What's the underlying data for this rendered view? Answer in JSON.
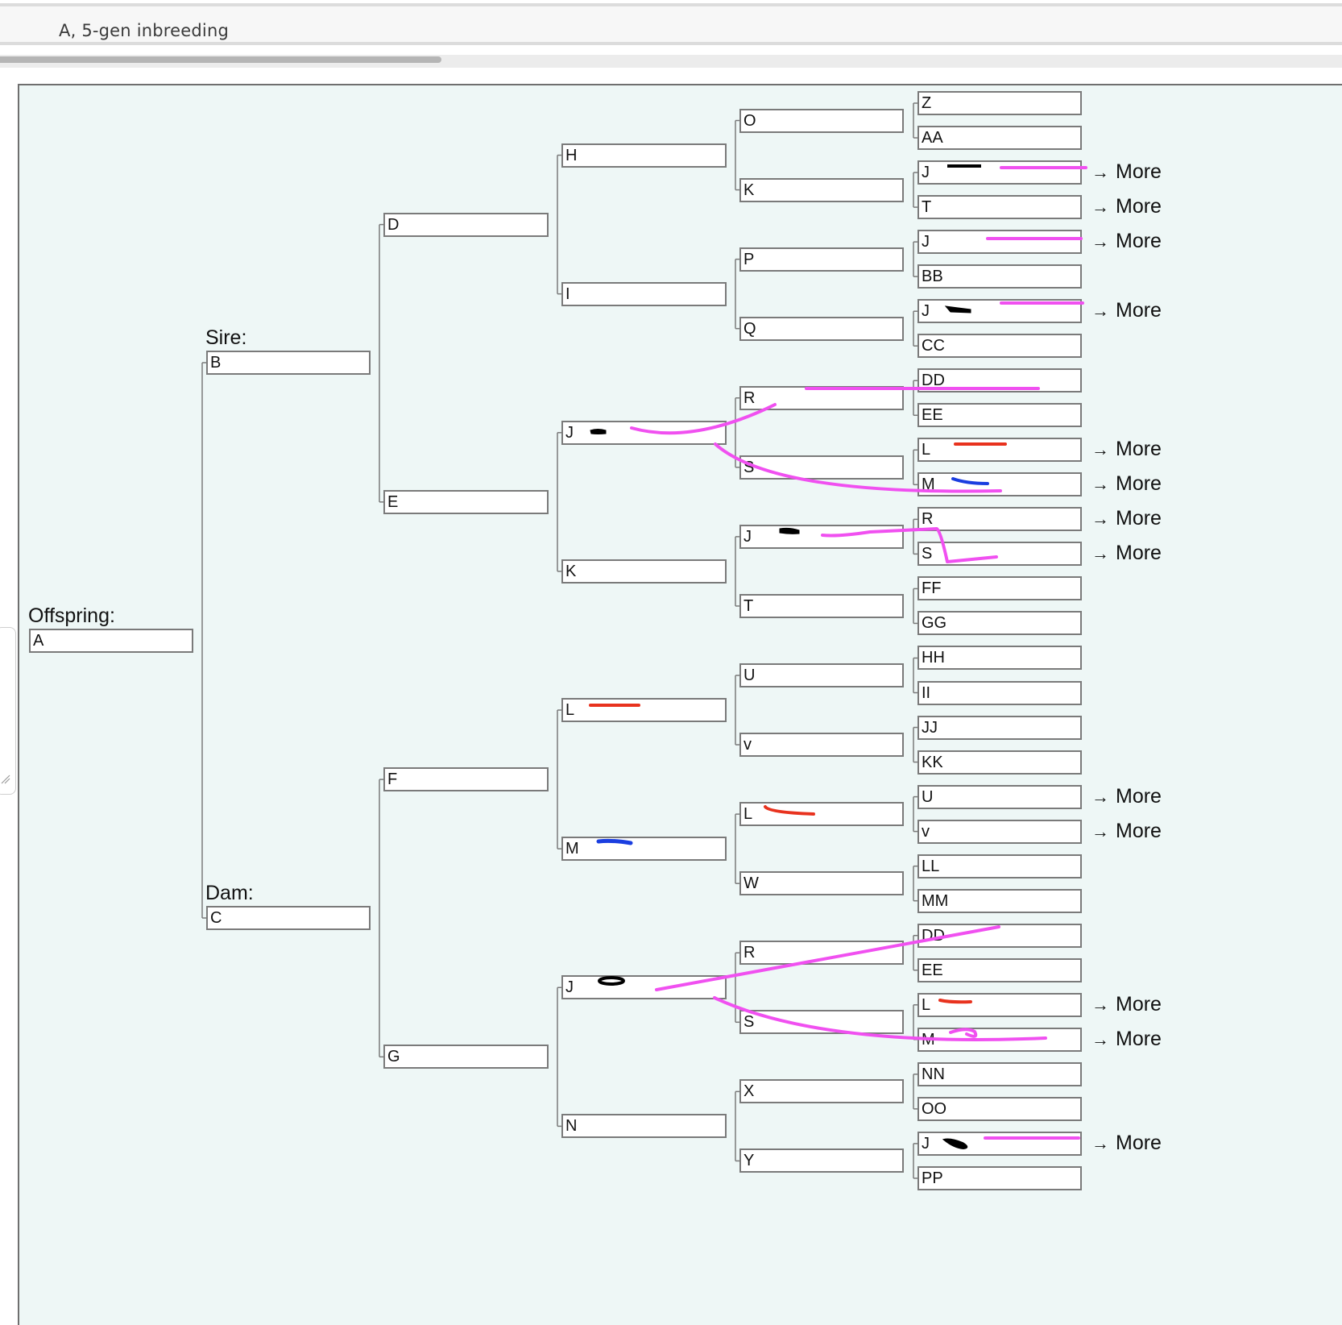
{
  "window": {
    "title": "A, 5-gen inbreeding"
  },
  "labels": {
    "offspring": "Offspring:",
    "sire": "Sire:",
    "dam": "Dam:"
  },
  "more_label": "More",
  "more_arrow": "→",
  "pedigree": {
    "offspring": "A",
    "parents": [
      "B",
      "C"
    ],
    "grandparents": [
      "D",
      "E",
      "F",
      "G"
    ],
    "gen3": [
      "H",
      "I",
      "J",
      "K",
      "L",
      "M",
      "J",
      "N"
    ],
    "gen4": [
      "O",
      "K",
      "P",
      "Q",
      "R",
      "S",
      "J",
      "T",
      "U",
      "v",
      "L",
      "W",
      "R",
      "S",
      "X",
      "Y"
    ],
    "gen5": [
      {
        "name": "Z",
        "more": false
      },
      {
        "name": "AA",
        "more": false
      },
      {
        "name": "J",
        "more": true
      },
      {
        "name": "T",
        "more": true
      },
      {
        "name": "J",
        "more": true
      },
      {
        "name": "BB",
        "more": false
      },
      {
        "name": "J",
        "more": true
      },
      {
        "name": "CC",
        "more": false
      },
      {
        "name": "DD",
        "more": false
      },
      {
        "name": "EE",
        "more": false
      },
      {
        "name": "L",
        "more": true
      },
      {
        "name": "M",
        "more": true
      },
      {
        "name": "R",
        "more": true
      },
      {
        "name": "S",
        "more": true
      },
      {
        "name": "FF",
        "more": false
      },
      {
        "name": "GG",
        "more": false
      },
      {
        "name": "HH",
        "more": false
      },
      {
        "name": "II",
        "more": false
      },
      {
        "name": "JJ",
        "more": false
      },
      {
        "name": "KK",
        "more": false
      },
      {
        "name": "U",
        "more": true
      },
      {
        "name": "v",
        "more": true
      },
      {
        "name": "LL",
        "more": false
      },
      {
        "name": "MM",
        "more": false
      },
      {
        "name": "DD",
        "more": false
      },
      {
        "name": "EE",
        "more": false
      },
      {
        "name": "L",
        "more": true
      },
      {
        "name": "M",
        "more": true
      },
      {
        "name": "NN",
        "more": false
      },
      {
        "name": "OO",
        "more": false
      },
      {
        "name": "J",
        "more": true
      },
      {
        "name": "PP",
        "more": false
      }
    ]
  },
  "annotation_colors": {
    "highlight": "#f050f0",
    "black": "#000000",
    "red": "#e8321e",
    "blue": "#1a3ee0"
  },
  "colors": {
    "panel_bg": "#eef7f6",
    "box_border": "#7a7a7a",
    "connector": "#7a7a7a"
  }
}
